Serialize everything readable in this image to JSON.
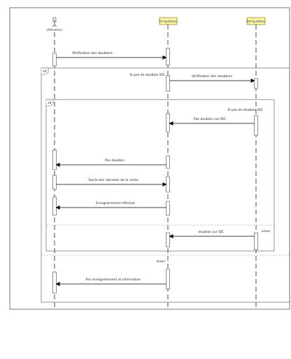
{
  "actors": [
    {
      "id": "actor",
      "label": "Utilisateur",
      "kind": "stick"
    },
    {
      "id": "sys",
      "label": "Ui Système",
      "kind": "box"
    },
    {
      "id": "db",
      "label": "Bd Système",
      "kind": "box"
    }
  ],
  "fragments": [
    {
      "id": "outer",
      "tag": "alt",
      "guard": "Si pas de doublon IDC",
      "else_guard": "sinon"
    },
    {
      "id": "inner",
      "tag": "alt",
      "guard": "Si pas de doublon IDC",
      "else_guard": "sinon"
    }
  ],
  "messages": [
    {
      "id": "m1",
      "text": "Vérification des doublons",
      "from": "actor",
      "to": "sys"
    },
    {
      "id": "m2",
      "text": "Vérification des doublons",
      "from": "sys",
      "to": "db"
    },
    {
      "id": "m3",
      "text": "Pas doublon sur IDC",
      "from": "db",
      "to": "sys"
    },
    {
      "id": "m4",
      "text": "Pas doublon",
      "from": "sys",
      "to": "actor"
    },
    {
      "id": "m5",
      "text": "Saisie des données de la vente",
      "from": "actor",
      "to": "sys"
    },
    {
      "id": "m6",
      "text": "Enregistrement effectué",
      "from": "sys",
      "to": "actor"
    },
    {
      "id": "m7",
      "text": "doublon sur IDC",
      "from": "db",
      "to": "sys"
    },
    {
      "id": "m8",
      "text": "Pas enregistrement et information",
      "from": "sys",
      "to": "actor"
    }
  ]
}
